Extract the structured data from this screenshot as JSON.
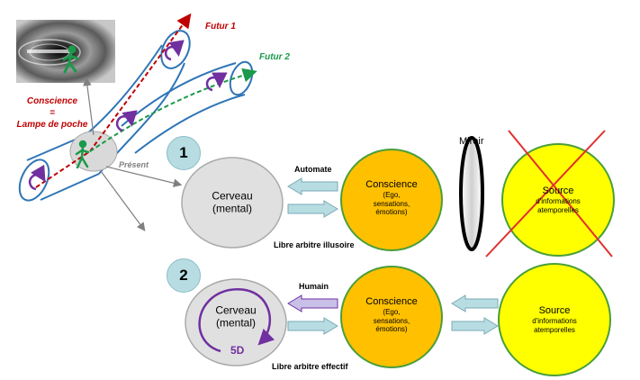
{
  "labels": {
    "futur1": "Futur 1",
    "futur2": "Futur 2",
    "present": "Présent",
    "conscience_left": "Conscience",
    "equals": "=",
    "lampe": "Lampe de poche",
    "miroir": "Miroir",
    "automate": "Automate",
    "humain": "Humain",
    "libre_illusoire": "Libre arbitre illusoire",
    "libre_effectif": "Libre arbitre effectif",
    "num1": "1",
    "num2": "2",
    "fived": "5D"
  },
  "row1": {
    "cerveau": [
      "Cerveau",
      "(mental)"
    ],
    "conscience_title": "Conscience",
    "conscience_lines": [
      "(Ego,",
      "sensations,",
      "émotions)"
    ],
    "source_title": "Source",
    "source_lines": [
      "d'informations",
      "atemporelles"
    ]
  },
  "row2": {
    "cerveau": [
      "Cerveau",
      "(mental)"
    ],
    "conscience_title": "Conscience",
    "conscience_lines": [
      "(Ego,",
      "sensations,",
      "émotions)"
    ],
    "source_title": "Source",
    "source_lines": [
      "d'informations",
      "atemporelles"
    ]
  },
  "colors": {
    "tube": "#2e75b6",
    "futur1": "#c00000",
    "futur2": "#1a9a4a",
    "purple": "#7030a0",
    "gray_circle": "#e0e0e0",
    "orange": "#ffc000",
    "yellow": "#ffff00",
    "arrow_fill": "#b7dde3",
    "red_cross": "#e03030"
  }
}
